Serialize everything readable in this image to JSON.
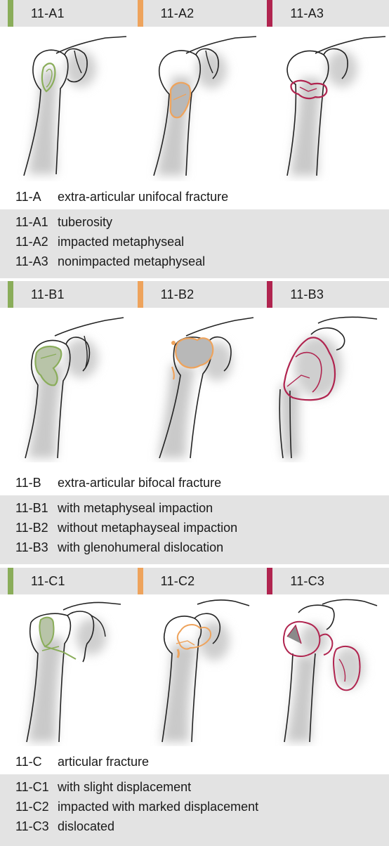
{
  "colors": {
    "green": "#8aad5a",
    "orange": "#eea35c",
    "crimson": "#b0244f",
    "panel_gray": "#e3e3e3"
  },
  "sections": [
    {
      "headers": [
        {
          "label": "11-A1",
          "color": "#8aad5a"
        },
        {
          "label": "11-A2",
          "color": "#eea35c"
        },
        {
          "label": "11-A3",
          "color": "#b0244f"
        }
      ],
      "group": {
        "code": "11-A",
        "desc": "extra-articular unifocal fracture"
      },
      "subtypes": [
        {
          "code": "11-A1",
          "desc": "tuberosity"
        },
        {
          "code": "11-A2",
          "desc": "impacted metaphyseal"
        },
        {
          "code": "11-A3",
          "desc": "nonimpacted metaphyseal"
        }
      ]
    },
    {
      "headers": [
        {
          "label": "11-B1",
          "color": "#8aad5a"
        },
        {
          "label": "11-B2",
          "color": "#eea35c"
        },
        {
          "label": "11-B3",
          "color": "#b0244f"
        }
      ],
      "group": {
        "code": "11-B",
        "desc": "extra-articular bifocal fracture"
      },
      "subtypes": [
        {
          "code": "11-B1",
          "desc": "with metaphyseal impaction"
        },
        {
          "code": "11-B2",
          "desc": "without metaphayseal impaction"
        },
        {
          "code": "11-B3",
          "desc": "with glenohumeral dislocation"
        }
      ]
    },
    {
      "headers": [
        {
          "label": "11-C1",
          "color": "#8aad5a"
        },
        {
          "label": "11-C2",
          "color": "#eea35c"
        },
        {
          "label": "11-C3",
          "color": "#b0244f"
        }
      ],
      "group": {
        "code": "11-C",
        "desc": "articular fracture"
      },
      "subtypes": [
        {
          "code": "11-C1",
          "desc": "with slight displacement"
        },
        {
          "code": "11-C2",
          "desc": "impacted with marked displacement"
        },
        {
          "code": "11-C3",
          "desc": "dislocated"
        }
      ]
    }
  ]
}
